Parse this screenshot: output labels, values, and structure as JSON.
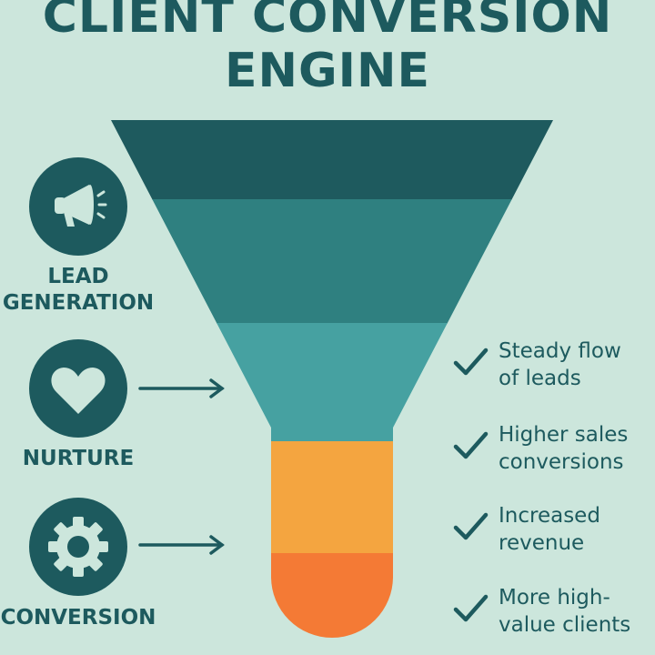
{
  "title": {
    "line1": "CLIENT CONVERSION",
    "line2": "ENGINE"
  },
  "stages": [
    {
      "label_lines": [
        "LEAD",
        "GENERATION"
      ],
      "icon": "megaphone-icon"
    },
    {
      "label_lines": [
        "NURTURE"
      ],
      "icon": "heart-icon"
    },
    {
      "label_lines": [
        "CONVERSION"
      ],
      "icon": "gear-icon"
    }
  ],
  "benefits": [
    {
      "lines": [
        "Steady flow",
        "of leads"
      ]
    },
    {
      "lines": [
        "Higher sales",
        "conversions"
      ]
    },
    {
      "lines": [
        "Increased",
        "revenue"
      ]
    },
    {
      "lines": [
        "More high-",
        "value clients"
      ]
    }
  ],
  "colors": {
    "background": "#cce6dc",
    "dark_teal": "#1d5a5e",
    "funnel_band_1": "#1e5a5e",
    "funnel_band_2": "#2f8080",
    "funnel_band_3": "#46a1a1",
    "stem_upper": "#f4a540",
    "stem_lower": "#f47a35"
  }
}
